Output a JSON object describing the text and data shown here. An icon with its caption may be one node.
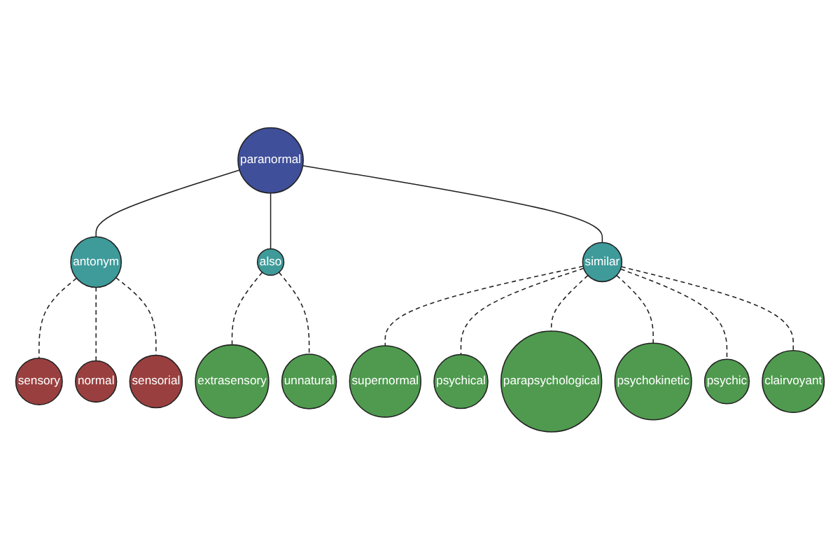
{
  "diagram": {
    "nodes": [
      {
        "text": [
          "sensory"
        ]
      },
      {
        "text": [
          "normal"
        ]
      },
      {
        "text": [
          "sensorial"
        ]
      },
      {
        "text": [
          "antonym"
        ]
      },
      {
        "text": [
          "extrasensory"
        ]
      },
      {
        "text": [
          "also"
        ]
      },
      {
        "text": [
          "unnatural"
        ]
      },
      {
        "text": [
          "paranormal"
        ]
      },
      {
        "text": [
          "supernormal"
        ]
      },
      {
        "text": [
          "psychical"
        ]
      },
      {
        "text": [
          "similar"
        ]
      },
      {
        "text": [
          "parapsychological"
        ]
      },
      {
        "text": [
          "psychokinetic"
        ]
      },
      {
        "text": [
          "psychic"
        ]
      },
      {
        "text": [
          "clairvoyant"
        ]
      }
    ],
    "edges": [
      {
        "from": 7,
        "to": 3,
        "arrow": "none"
      },
      {
        "from": 7,
        "to": 5,
        "arrow": "none"
      },
      {
        "from": 7,
        "to": 10,
        "arrow": "none"
      },
      {
        "from": 3,
        "to": 0,
        "arrow": "none",
        "style": "dashed"
      },
      {
        "from": 3,
        "to": 1,
        "arrow": "none",
        "style": "dashed"
      },
      {
        "from": 3,
        "to": 2,
        "arrow": "none",
        "style": "dashed"
      },
      {
        "from": 5,
        "to": 4,
        "arrow": "none",
        "style": "dashed"
      },
      {
        "from": 5,
        "to": 6,
        "arrow": "none",
        "style": "dashed"
      },
      {
        "from": 10,
        "to": 8,
        "arrow": "none",
        "style": "dashed"
      },
      {
        "from": 10,
        "to": 9,
        "arrow": "none",
        "style": "dashed"
      },
      {
        "from": 10,
        "to": 11,
        "arrow": "none",
        "style": "dashed"
      },
      {
        "from": 10,
        "to": 12,
        "arrow": "none",
        "style": "dashed"
      },
      {
        "from": 10,
        "to": 13,
        "arrow": "none",
        "style": "dashed"
      },
      {
        "from": 10,
        "to": 14,
        "arrow": "none",
        "style": "dashed"
      }
    ]
  }
}
